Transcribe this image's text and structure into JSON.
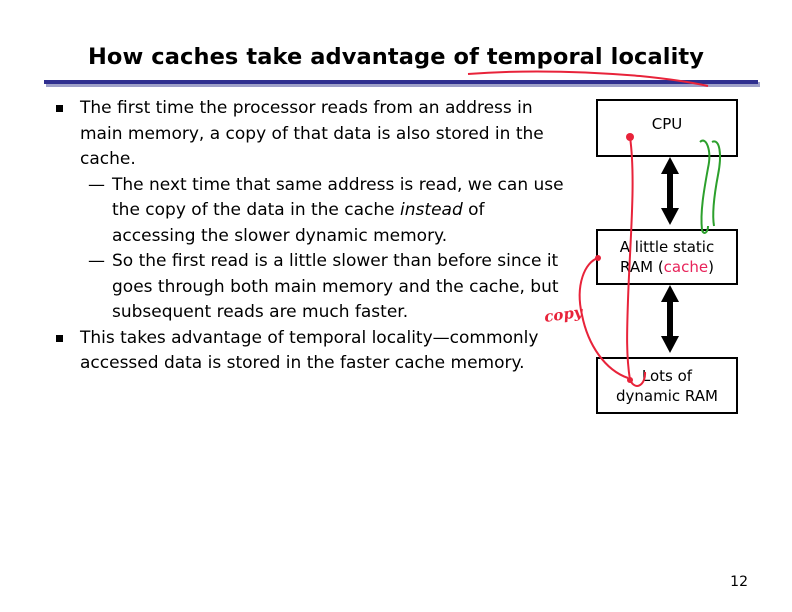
{
  "title": "How caches take advantage of temporal locality",
  "bullets": [
    {
      "text": "The first time the processor reads from an address in main memory, a copy of that data is also stored in the cache."
    },
    {
      "text": "This takes advantage of temporal locality—commonly accessed data is stored in the faster cache memory."
    }
  ],
  "sub_bullets": [
    {
      "dash": "—",
      "pre": "The next time that same address is read, we can use the copy of the data in the cache ",
      "em": "instead",
      "post": " of accessing the slower dynamic memory."
    },
    {
      "dash": "—",
      "text": "So the first read is a little slower than before since it goes through both main memory and the cache, but subsequent reads are much faster."
    }
  ],
  "diagram": {
    "cpu": "CPU",
    "sram_line1": "A little static",
    "sram_pre": "RAM (",
    "sram_cache": "cache",
    "sram_post": ")",
    "dram_line1": "Lots of",
    "dram_line2": "dynamic RAM"
  },
  "annotation": "copy",
  "page_number": "12",
  "colors": {
    "title_rule": "#2f2f8f",
    "cache_word": "#e8235a",
    "ink_red": "#e8233a",
    "ink_green": "#2ca02c"
  }
}
